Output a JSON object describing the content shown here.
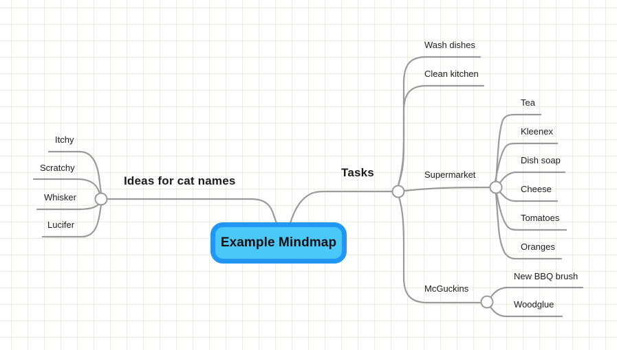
{
  "colors": {
    "connector": "#9a9a9a",
    "root_border": "#2196f3",
    "root_fill": "#4ac8f8",
    "text": "#1b1b1b",
    "grid_line": "#eaeedf",
    "background": "#ffffff",
    "handle_fill": "#ffffff"
  },
  "root": {
    "label": "Example Mindmap"
  },
  "left_branch": {
    "label": "Ideas for cat names",
    "children": {
      "itchy": {
        "label": "Itchy"
      },
      "scratchy": {
        "label": "Scratchy"
      },
      "whisker": {
        "label": "Whisker"
      },
      "lucifer": {
        "label": "Lucifer"
      }
    }
  },
  "right_branch": {
    "label": "Tasks",
    "children": {
      "wash_dishes": {
        "label": "Wash dishes"
      },
      "clean_kitchen": {
        "label": "Clean kitchen"
      },
      "supermarket": {
        "label": "Supermarket",
        "children": {
          "tea": {
            "label": "Tea"
          },
          "kleenex": {
            "label": "Kleenex"
          },
          "dish_soap": {
            "label": "Dish soap"
          },
          "cheese": {
            "label": "Cheese"
          },
          "tomatoes": {
            "label": "Tomatoes"
          },
          "oranges": {
            "label": "Oranges"
          }
        }
      },
      "mcguckins": {
        "label": "McGuckins",
        "children": {
          "new_bbq_brush": {
            "label": "New BBQ brush"
          },
          "woodglue": {
            "label": "Woodglue"
          }
        }
      }
    }
  }
}
